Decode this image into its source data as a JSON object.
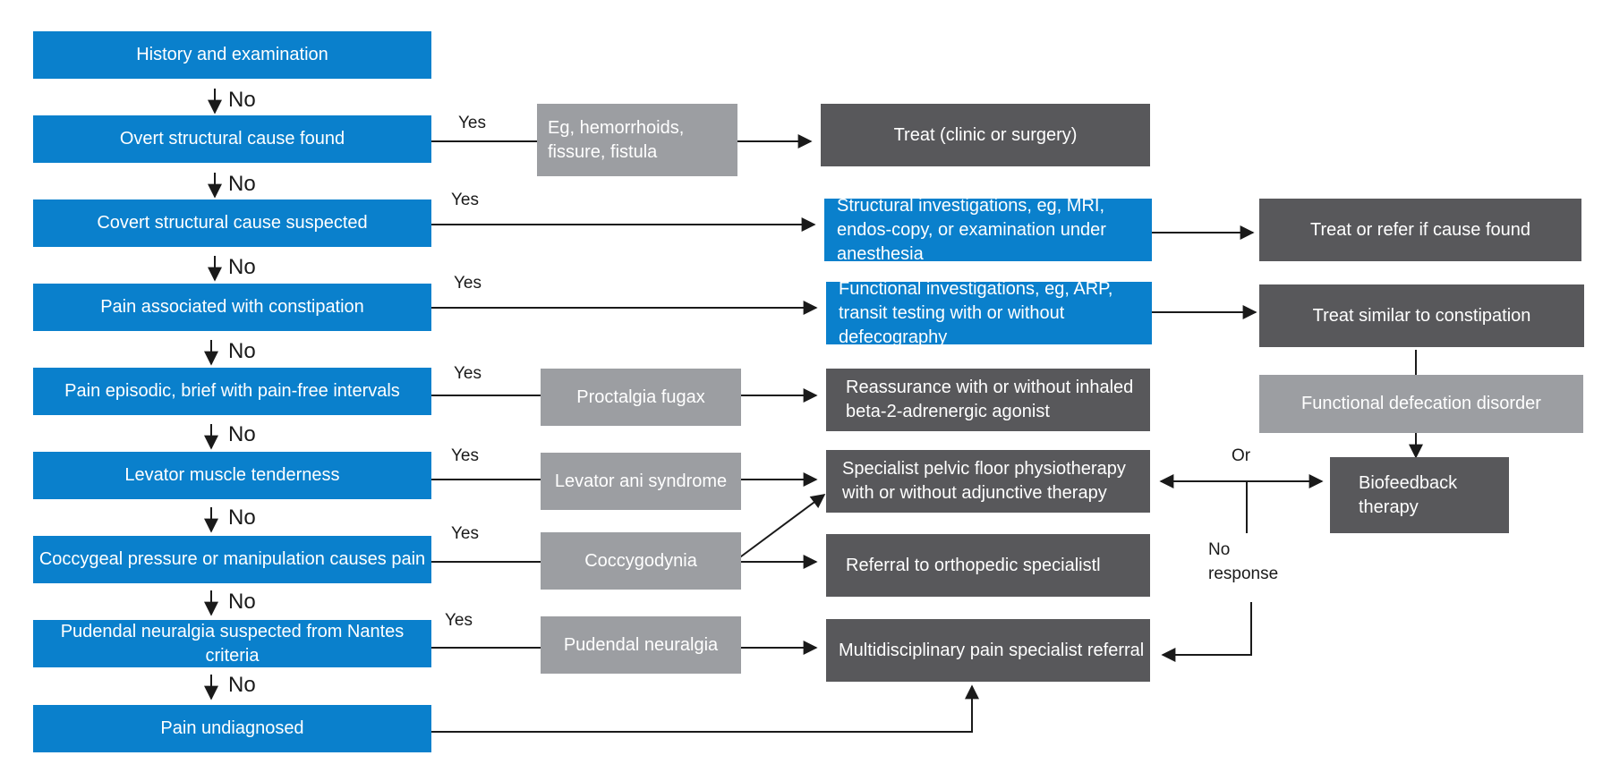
{
  "steps": [
    "History and examination",
    "Overt structural cause found",
    "Covert structural cause suspected",
    "Pain associated with constipation",
    "Pain episodic, brief with pain-free intervals",
    "Levator muscle tenderness",
    "Coccygeal pressure or manipulation causes pain",
    "Pudendal neuralgia suspected from Nantes criteria",
    "Pain undiagnosed"
  ],
  "diagnoses": {
    "overt_examples": "Eg, hemorrhoids, fissure, fistula",
    "proctalgia": "Proctalgia fugax",
    "levator": "Levator ani syndrome",
    "coccygodynia": "Coccygodynia",
    "pudendal": "Pudendal neuralgia",
    "functional_defecation": "Functional defecation disorder"
  },
  "actions": {
    "treat_clinic": "Treat (clinic or surgery)",
    "structural_investigations": "Structural investigations, eg, MRI, endos-copy, or examination under anesthesia",
    "functional_investigations": "Functional investigations, eg, ARP, transit testing with or without defecography",
    "reassurance": "Reassurance with or without inhaled beta-2-adrenergic agonist",
    "physiotherapy": "Specialist pelvic floor physiotherapy with or without adjunctive therapy",
    "orthopedic": "Referral to orthopedic specialistl",
    "multidisciplinary": "Multidisciplinary pain specialist referral",
    "treat_refer": "Treat or refer if cause found",
    "treat_constipation": "Treat similar to constipation",
    "biofeedback": "Biofeedback therapy"
  },
  "labels": {
    "no": "No",
    "yes": "Yes",
    "or": "Or",
    "no_response": "No response"
  }
}
